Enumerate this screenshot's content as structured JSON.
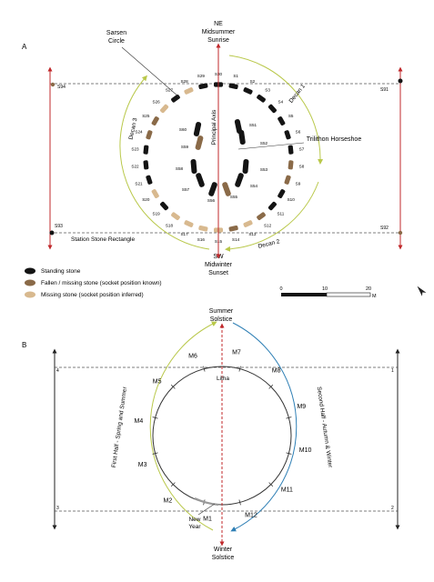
{
  "panelA": {
    "label": "A",
    "ne": [
      "NE",
      "Midsummer",
      "Sunrise"
    ],
    "sw": [
      "SW",
      "Midwinter",
      "Sunset"
    ],
    "sarsen": [
      "Sarsen",
      "Circle"
    ],
    "trilithon": "Trilithon Horseshoe",
    "principal_axis": "Principal Axis",
    "decan1": "Decan 1",
    "decan2": "Decan 2",
    "decan3": "Decan 3",
    "station_rect": "Station Stone Rectangle",
    "station_stones": [
      "S91",
      "S92",
      "S93",
      "S94"
    ],
    "outer_stones": [
      "S30",
      "S1",
      "S2",
      "S3",
      "S4",
      "S5",
      "S6",
      "S7",
      "S8",
      "S9",
      "S10",
      "S11",
      "S12",
      "S13",
      "S14",
      "S15",
      "S16",
      "S17",
      "S18",
      "S19",
      "S20",
      "S21",
      "S22",
      "S23",
      "S24",
      "S25",
      "S26",
      "S27",
      "S28",
      "S29"
    ],
    "inner_stones": [
      "S51",
      "S52",
      "S53",
      "S54",
      "S55",
      "S56",
      "S57",
      "S58",
      "S59",
      "S60"
    ],
    "legend": [
      {
        "label": "Standing stone",
        "color": "#141414"
      },
      {
        "label": "Fallen / missing stone (socket position known)",
        "color": "#8a6a48"
      },
      {
        "label": "Missing stone (socket position inferred)",
        "color": "#d8b98f"
      }
    ],
    "scale": {
      "ticks": [
        "0",
        "10",
        "20"
      ],
      "unit": "M"
    }
  },
  "panelB": {
    "label": "B",
    "summer": [
      "Summer",
      "Solstice"
    ],
    "winter": [
      "Winter",
      "Solstice"
    ],
    "litha": "Litha",
    "new_year": [
      "New",
      "Year"
    ],
    "first_half": "First Half - Spring and Summer",
    "second_half": "Second Half - Autumn & Winter",
    "months": [
      "M1",
      "M2",
      "M3",
      "M4",
      "M5",
      "M6",
      "M7",
      "M8",
      "M9",
      "M10",
      "M11",
      "M12"
    ],
    "corners": [
      "4",
      "1",
      "3",
      "2"
    ]
  },
  "colors": {
    "axis_red": "#c0282b",
    "decan_green": "#b9c84a",
    "half_blue": "#2e7fb5",
    "standing": "#141414",
    "fallen": "#8a6a48",
    "missing": "#d8b98f"
  }
}
